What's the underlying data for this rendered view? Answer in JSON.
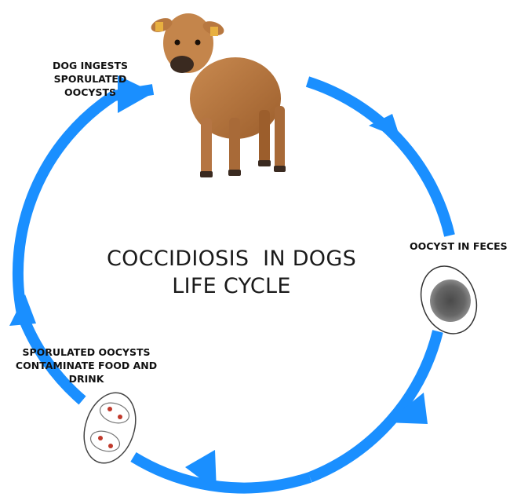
{
  "title": {
    "line1": "COCCIDIOSIS  IN DOGS",
    "line2": "LIFE CYCLE"
  },
  "stages": {
    "ingest": "DOG INGESTS\nSPORULATED\nOOCYSTS",
    "feces": "OOCYST IN FECES",
    "contaminate": "SPORULATED OOCYSTS CONTAMINATE FOOD AND DRINK"
  },
  "colors": {
    "cycle_arrow": "#1a8fff",
    "calf_fur": "#b8743c",
    "oocyst_dark": "#555555",
    "sporocyst_dot": "#c0392b"
  },
  "icons": {
    "animal": "calf-photo",
    "oocyst": "unsporulated-oocyst-icon",
    "sporulated": "sporulated-oocyst-icon"
  }
}
